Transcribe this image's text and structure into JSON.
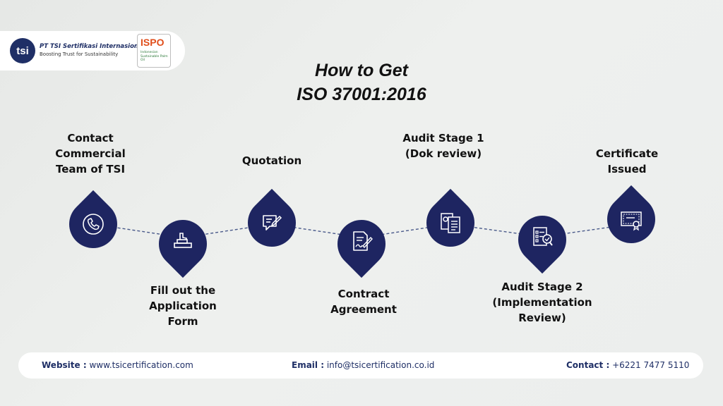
{
  "branding": {
    "company_mark": "tsi",
    "company_name": "PT TSI Sertifikasi Internasional",
    "tagline": "Boosting Trust for Sustainability",
    "badge_title": "ISPO",
    "badge_subtitle": "Indonesian Sustainable Palm Oil",
    "brand_color": "#1f2f66",
    "drop_color": "#1e2561"
  },
  "title": {
    "line1": "How to Get",
    "line2": "ISO 37001:2016"
  },
  "steps": [
    {
      "label": "Contact\nCommercial\nTeam of TSI",
      "icon": "phone-icon"
    },
    {
      "label": "Fill out the\nApplication\nForm",
      "icon": "form-hand-icon"
    },
    {
      "label": "Quotation",
      "icon": "quote-chat-icon"
    },
    {
      "label": "Contract\nAgreement",
      "icon": "contract-sign-icon"
    },
    {
      "label": "Audit Stage 1\n(Dok review)",
      "icon": "document-review-icon"
    },
    {
      "label": "Audit Stage 2\n(Implementation\nReview)",
      "icon": "checklist-search-icon"
    },
    {
      "label": "Certificate\nIssued",
      "icon": "certificate-icon"
    }
  ],
  "footer": {
    "website_label": "Website :",
    "website_value": "www.tsicertification.com",
    "email_label": "Email :",
    "email_value": "info@tsicertification.co.id",
    "contact_label": "Contact :",
    "contact_value": "+6221 7477 5110"
  }
}
